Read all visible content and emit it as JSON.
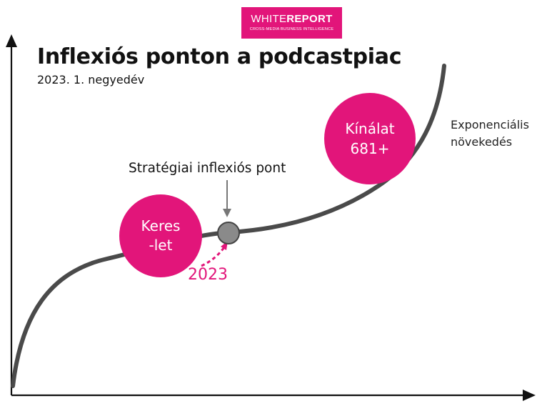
{
  "logo": {
    "brand_part1": "WHITE",
    "brand_part2": "REPORT",
    "tagline": "CROSS-MEDIA BUSINESS INTELLIGENCE",
    "color": "#e2157a"
  },
  "title": "Inflexiós ponton a podcastpiac",
  "subtitle": "2023. 1. negyedév",
  "labels": {
    "strategic_point": "Stratégiai inflexiós pont",
    "exponential_line1": "Exponenciális",
    "exponential_line2": "növekedés",
    "year": "2023"
  },
  "circles": {
    "demand_line1": "Keres",
    "demand_line2": "-let",
    "supply_line1": "Kínálat",
    "supply_line2": "681+"
  },
  "colors": {
    "accent": "#e2157a",
    "curve": "#4a4a4a",
    "axes": "#111111",
    "point": "#8a8a8a"
  }
}
